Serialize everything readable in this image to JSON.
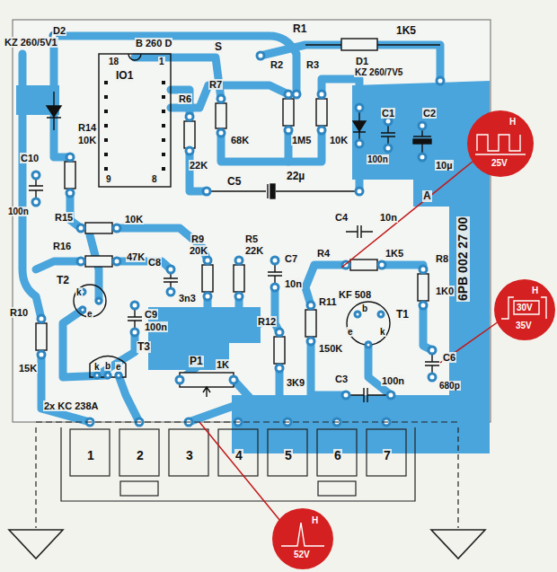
{
  "diagram": {
    "nodes": [
      {
        "text": [
          "H",
          "25V"
        ]
      },
      {
        "text": [
          "H",
          "30V",
          "35V"
        ]
      },
      {
        "text": [
          "H",
          "52V"
        ]
      }
    ],
    "labels": [
      "D2",
      "KZ 260/5V1",
      "B 260 D",
      "18",
      "1",
      "IO1",
      "9",
      "8",
      "S",
      "R1",
      "1K5",
      "R2",
      "R3",
      "D1",
      "KZ 260/7V5",
      "R6",
      "R7",
      "68K",
      "R14",
      "10K",
      "C10",
      "100n",
      "22K",
      "C5",
      "22µ",
      "1M5",
      "10K",
      "C1",
      "100n",
      "C2",
      "10µ",
      "R15",
      "10K",
      "R16",
      "47K",
      "C4",
      "10n",
      "R9",
      "20K",
      "R5",
      "22K",
      "C7",
      "10n",
      "C8",
      "3n3",
      "R4",
      "1K5",
      "R8",
      "1K0",
      "6PB 002 27 00",
      "A",
      "T2",
      "k",
      "e",
      "C9",
      "100n",
      "R11",
      "150K",
      "KF 508",
      "b",
      "T1",
      "e",
      "k",
      "R12",
      "R10",
      "15K",
      "T3",
      "k",
      "b",
      "e",
      "P1",
      "1K",
      "3K9",
      "C3",
      "100n",
      "C6",
      "680p",
      "2x KC 238A",
      "1",
      "2",
      "3",
      "4",
      "5",
      "6",
      "7"
    ]
  }
}
